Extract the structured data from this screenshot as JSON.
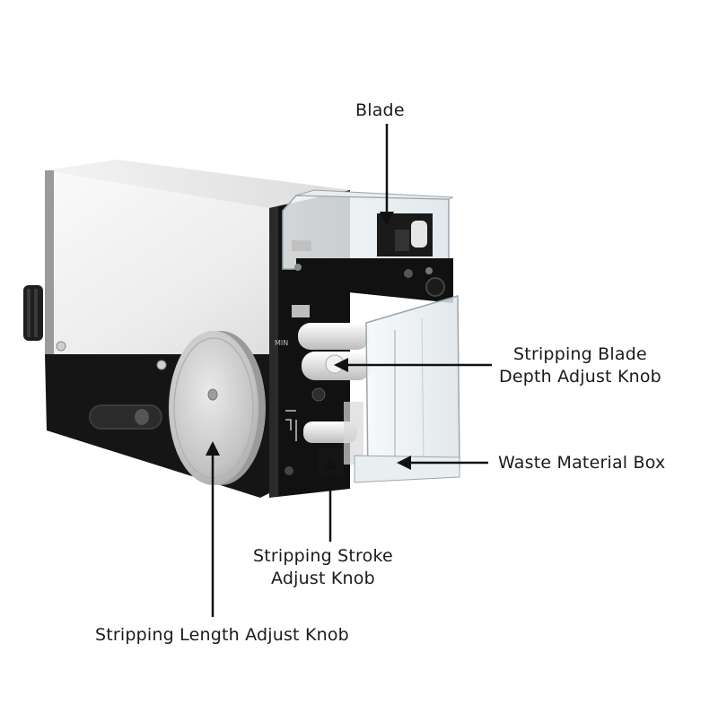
{
  "labels": {
    "blade": "Blade",
    "blade_depth": [
      "Stripping Blade",
      "Depth Adjust Knob"
    ],
    "waste_box": "Waste Material Box",
    "stroke_knob": [
      "Stripping Stroke",
      "Adjust Knob"
    ],
    "length_knob": "Stripping Length Adjust Knob"
  },
  "machine_markings": {
    "min": "MIN"
  },
  "colors": {
    "body_white": "#ececec",
    "frame_black": "#141414",
    "wheel_silver": "#c9c9c9",
    "clear_box": "#e8eef2",
    "arrow": "#111111"
  }
}
